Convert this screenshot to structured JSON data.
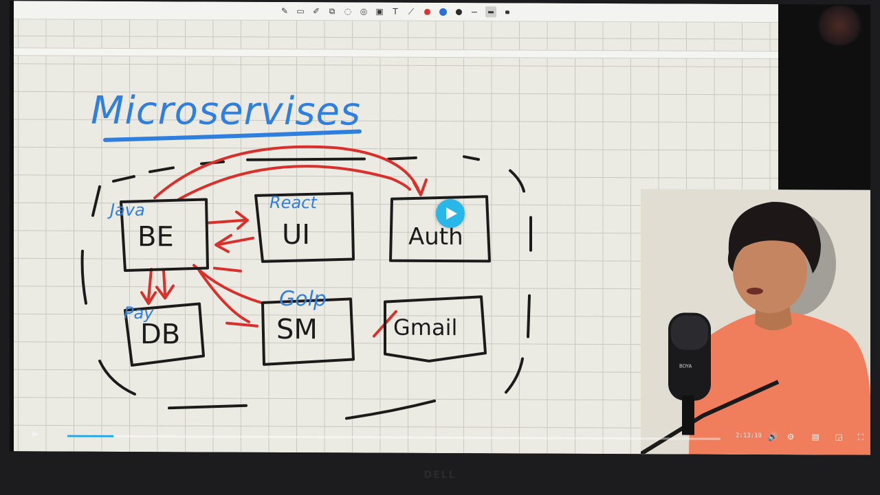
{
  "toolbar": {
    "tools": [
      {
        "icon": "pen-icon",
        "glyph": "✎"
      },
      {
        "icon": "eraser-icon",
        "glyph": "▭"
      },
      {
        "icon": "highlighter-icon",
        "glyph": "✐"
      },
      {
        "icon": "shapes-icon",
        "glyph": "⧉"
      },
      {
        "icon": "lasso-icon",
        "glyph": "◌"
      },
      {
        "icon": "laser-pointer-icon",
        "glyph": "◎"
      },
      {
        "icon": "image-icon",
        "glyph": "▣"
      },
      {
        "icon": "text-tool-icon",
        "glyph": "T"
      },
      {
        "icon": "eyedropper-icon",
        "glyph": "⟋"
      }
    ],
    "colors": [
      "#e0342c",
      "#2b6fd6",
      "#2a2a2a"
    ],
    "stroke_sizes": [
      "thin",
      "medium",
      "thick"
    ],
    "active_stroke": "medium"
  },
  "whiteboard": {
    "title": "Microservises",
    "boxes": [
      {
        "id": "be",
        "label": "BE",
        "annotation": "Java"
      },
      {
        "id": "ui",
        "label": "UI",
        "annotation": "React"
      },
      {
        "id": "auth",
        "label": "Auth",
        "annotation": ""
      },
      {
        "id": "db",
        "label": "DB",
        "annotation": "Pay"
      },
      {
        "id": "sm",
        "label": "SM",
        "annotation": "Golp"
      },
      {
        "id": "gmail",
        "label": "Gmail",
        "annotation": ""
      }
    ],
    "ink_colors": {
      "black": "#1b1b1b",
      "blue": "#2f7fe0",
      "red": "#d8302a"
    }
  },
  "player": {
    "progress": 0.07,
    "time": "2:13:10",
    "accent": "#27a9e6",
    "controls": [
      "volume-icon",
      "settings-gear-icon",
      "subtitles-icon",
      "pip-icon",
      "fullscreen-icon"
    ]
  },
  "webcam": {
    "shirt_color": "#f07e5c"
  },
  "bezel": {
    "brand": "DELL"
  }
}
